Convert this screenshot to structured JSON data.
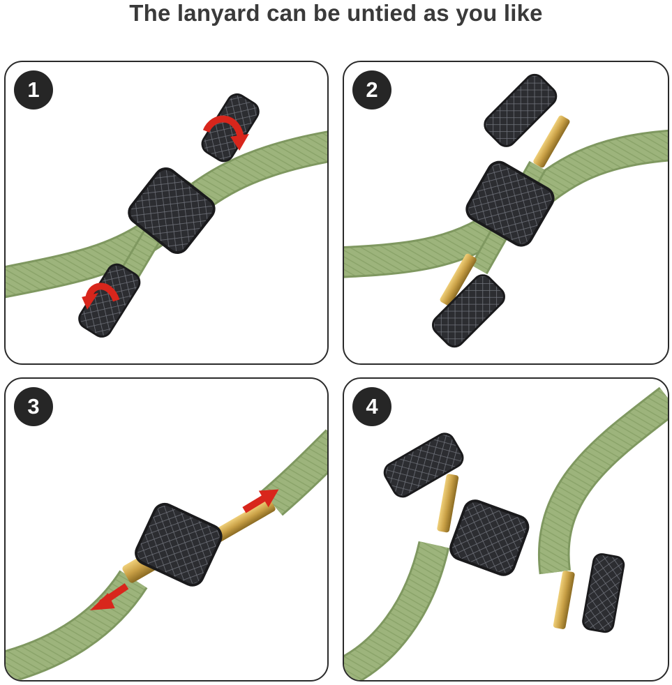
{
  "title": "The lanyard can be untied as you like",
  "colors": {
    "cord": "#9db47c",
    "cord_dark": "#7f9860",
    "metal": "#2c2d31",
    "metal_pattern": "#6b6e76",
    "brass": "#c9a046",
    "arrow": "#d8261c",
    "badge": "#262626",
    "border": "#2a2a2a"
  },
  "steps": [
    {
      "number": "1",
      "action": "twist-caps"
    },
    {
      "number": "2",
      "action": "remove-caps"
    },
    {
      "number": "3",
      "action": "pull-apart"
    },
    {
      "number": "4",
      "action": "separated"
    }
  ]
}
